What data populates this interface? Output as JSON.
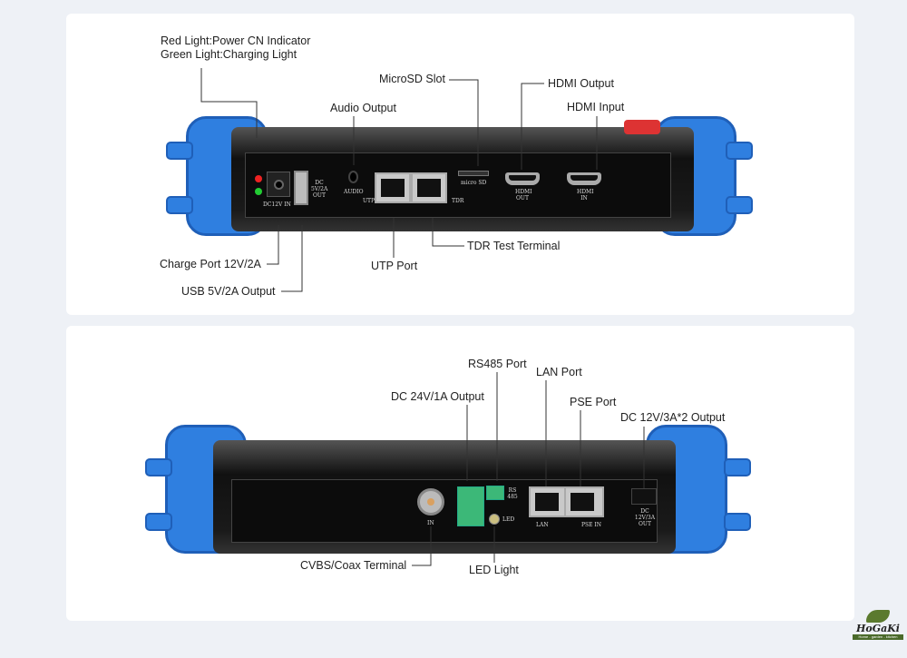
{
  "top_panel": {
    "labels": {
      "indicator_line1": "Red Light:Power CN Indicator",
      "indicator_line2": "Green Light:Charging Light",
      "audio": "Audio Output",
      "microsd": "MicroSD Slot",
      "hdmi_out": "HDMI Output",
      "hdmi_in": "HDMI Input",
      "charge": "Charge Port 12V/2A",
      "usb": "USB 5V/2A Output",
      "utp": "UTP Port",
      "tdr": "TDR Test Terminal"
    },
    "device_text": {
      "dc_in": "DC12V IN",
      "usb": "DC 5V/2A OUT",
      "audio": "AUDIO",
      "utp": "UTP",
      "tdr": "TDR",
      "sd": "micro SD",
      "hdmi_out": "HDMI OUT",
      "hdmi_in": "HDMI IN"
    }
  },
  "bottom_panel": {
    "labels": {
      "rs485": "RS485 Port",
      "dc24": "DC 24V/1A Output",
      "lan": "LAN Port",
      "pse": "PSE Port",
      "dc12": "DC 12V/3A*2 Output",
      "cvbs": "CVBS/Coax Terminal",
      "led": "LED Light"
    },
    "device_text": {
      "in": "IN",
      "rs": "RS 485",
      "led": "LED",
      "lan": "LAN",
      "pse": "PSE IN",
      "dc": "DC 12V/3A OUT"
    }
  },
  "logo": {
    "name": "HoGaKi",
    "tagline": "Home - garden - kitchen"
  },
  "colors": {
    "handle": "#2f7fe0",
    "terminal": "#3cb878",
    "background": "#eef1f6"
  }
}
